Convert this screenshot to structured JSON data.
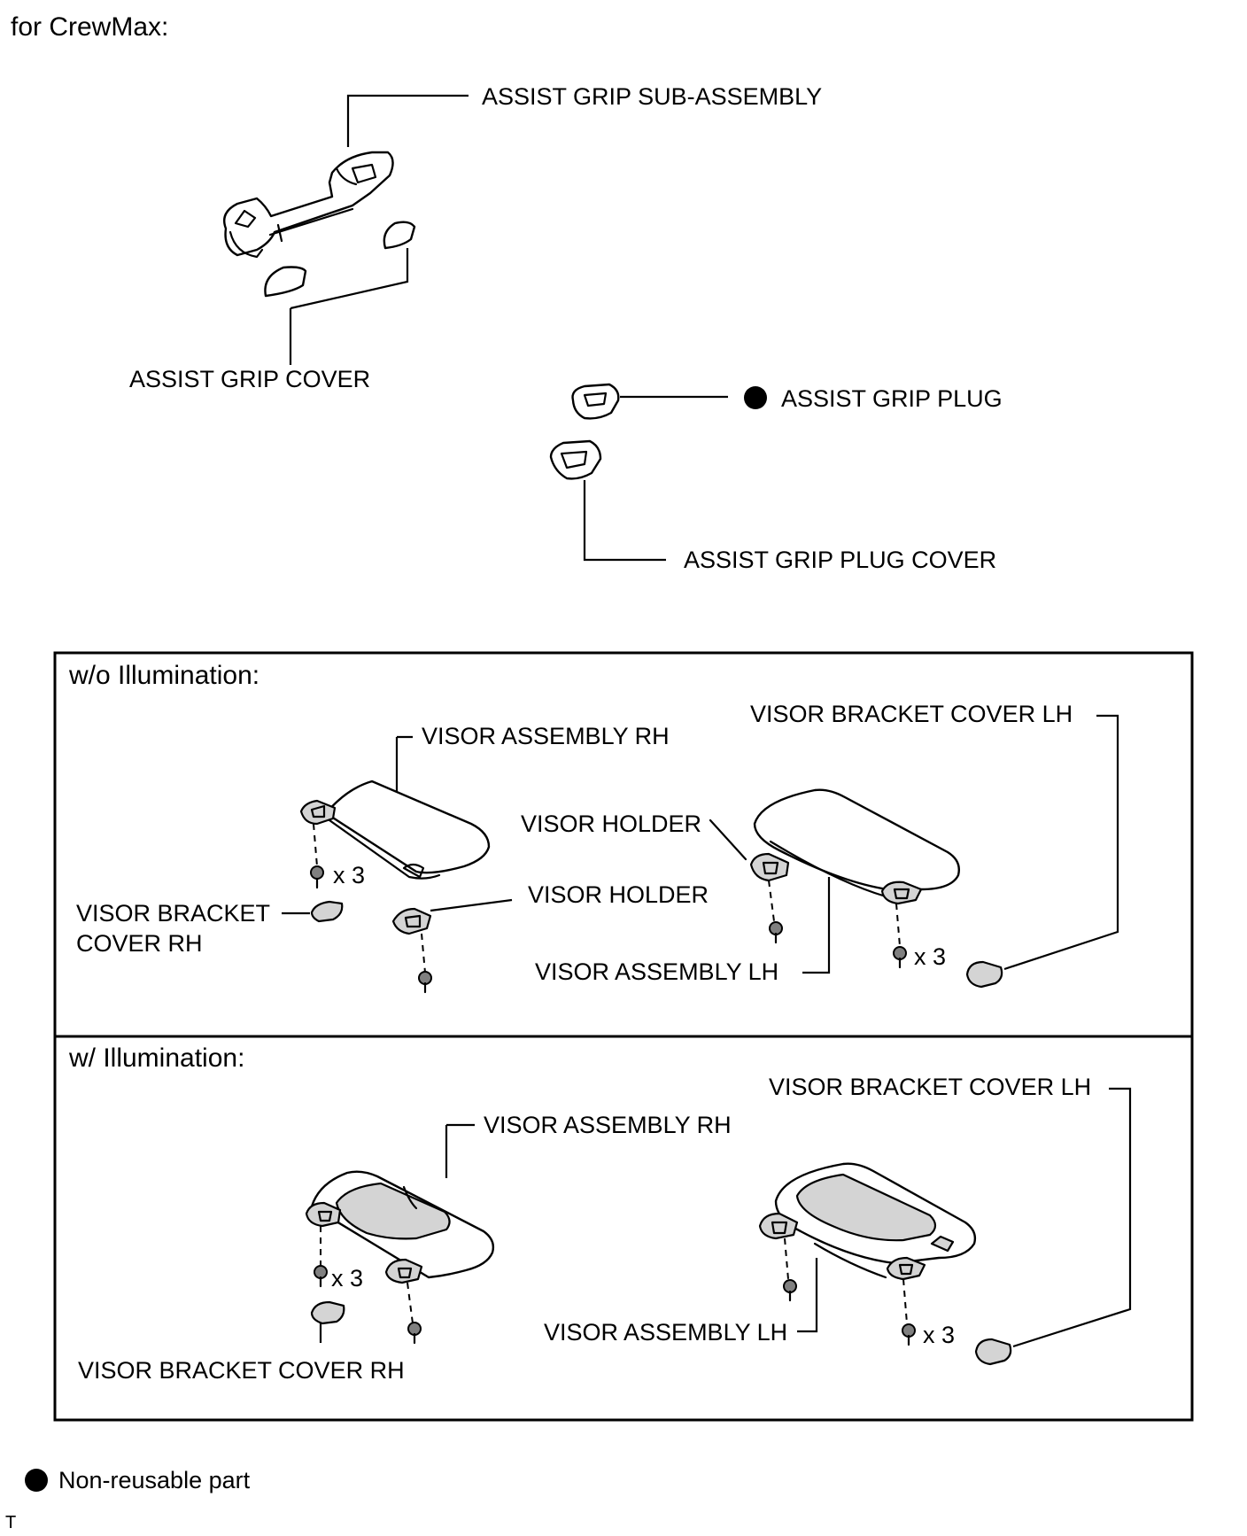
{
  "header": {
    "title": "for CrewMax:"
  },
  "labels": {
    "assist_grip_sub_assembly": "ASSIST GRIP SUB-ASSEMBLY",
    "assist_grip_cover": "ASSIST GRIP COVER",
    "assist_grip_plug": "ASSIST GRIP PLUG",
    "assist_grip_plug_cover": "ASSIST GRIP PLUG COVER"
  },
  "panel_wo": {
    "title": "w/o Illumination:",
    "visor_assembly_rh": "VISOR ASSEMBLY RH",
    "visor_bracket_cover_lh": "VISOR BRACKET COVER LH",
    "visor_holder_1": "VISOR HOLDER",
    "visor_holder_2": "VISOR HOLDER",
    "visor_bracket_cover_rh_line1": "VISOR BRACKET",
    "visor_bracket_cover_rh_line2": "COVER RH",
    "visor_assembly_lh": "VISOR ASSEMBLY LH",
    "qty_rh": "x 3",
    "qty_lh": "x 3"
  },
  "panel_w": {
    "title": "w/ Illumination:",
    "visor_assembly_rh": "VISOR ASSEMBLY RH",
    "visor_bracket_cover_lh": "VISOR BRACKET COVER LH",
    "visor_bracket_cover_rh": "VISOR BRACKET COVER RH",
    "visor_assembly_lh": "VISOR ASSEMBLY LH",
    "qty_rh": "x 3",
    "qty_lh": "x 3"
  },
  "legend": {
    "non_reusable": "Non-reusable part"
  },
  "footer": {
    "mark": "T"
  }
}
